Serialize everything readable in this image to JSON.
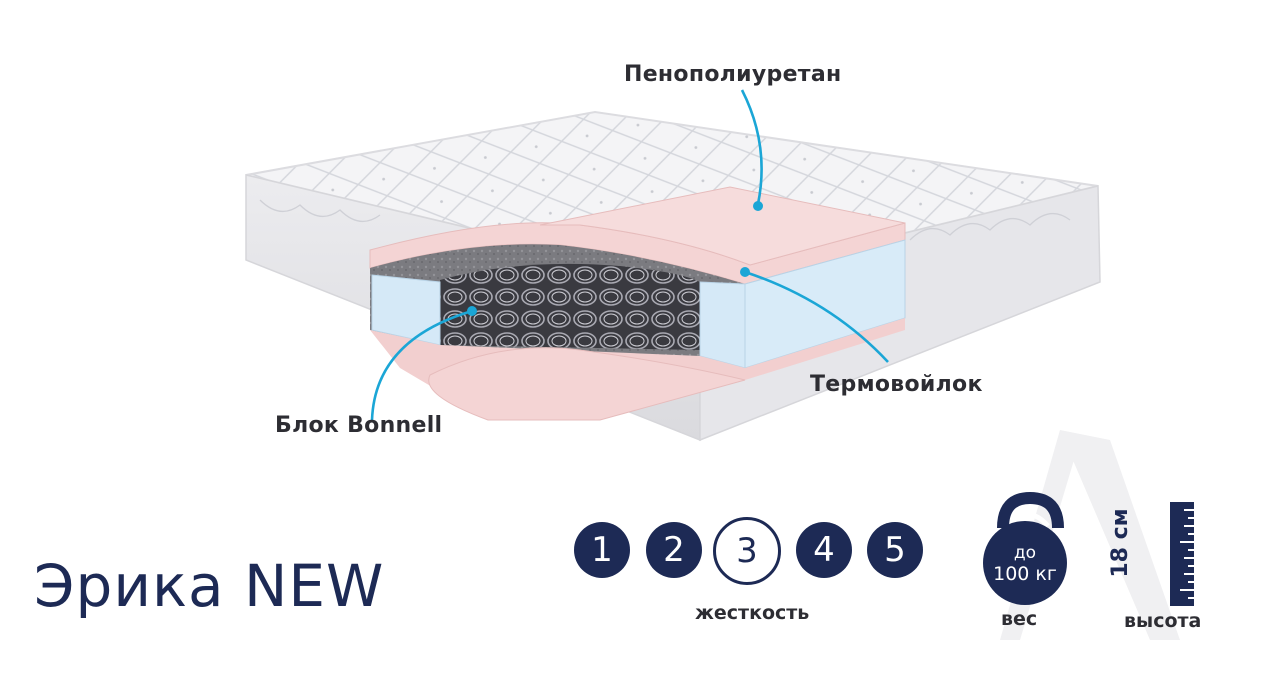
{
  "layers": {
    "foam": "Пенополиуретан",
    "felt": "Термовойлок",
    "spring_block": "Блок Bonnell"
  },
  "product_name": "Эрика NEW",
  "firmness": {
    "levels": [
      "1",
      "2",
      "3",
      "4",
      "5"
    ],
    "selected": "3",
    "label": "жесткость"
  },
  "weight": {
    "line1": "до",
    "line2": "100 кг",
    "label": "вес",
    "icon": "kettlebell-icon"
  },
  "height": {
    "value": "18 см",
    "label": "высота",
    "icon": "ruler-icon"
  },
  "colors": {
    "navy": "#1d2a55",
    "callout": "#1ba6d6",
    "foam_pink": "#f4d4d4",
    "foam_blue": "#d5e9f7",
    "text": "#2d2d33"
  }
}
